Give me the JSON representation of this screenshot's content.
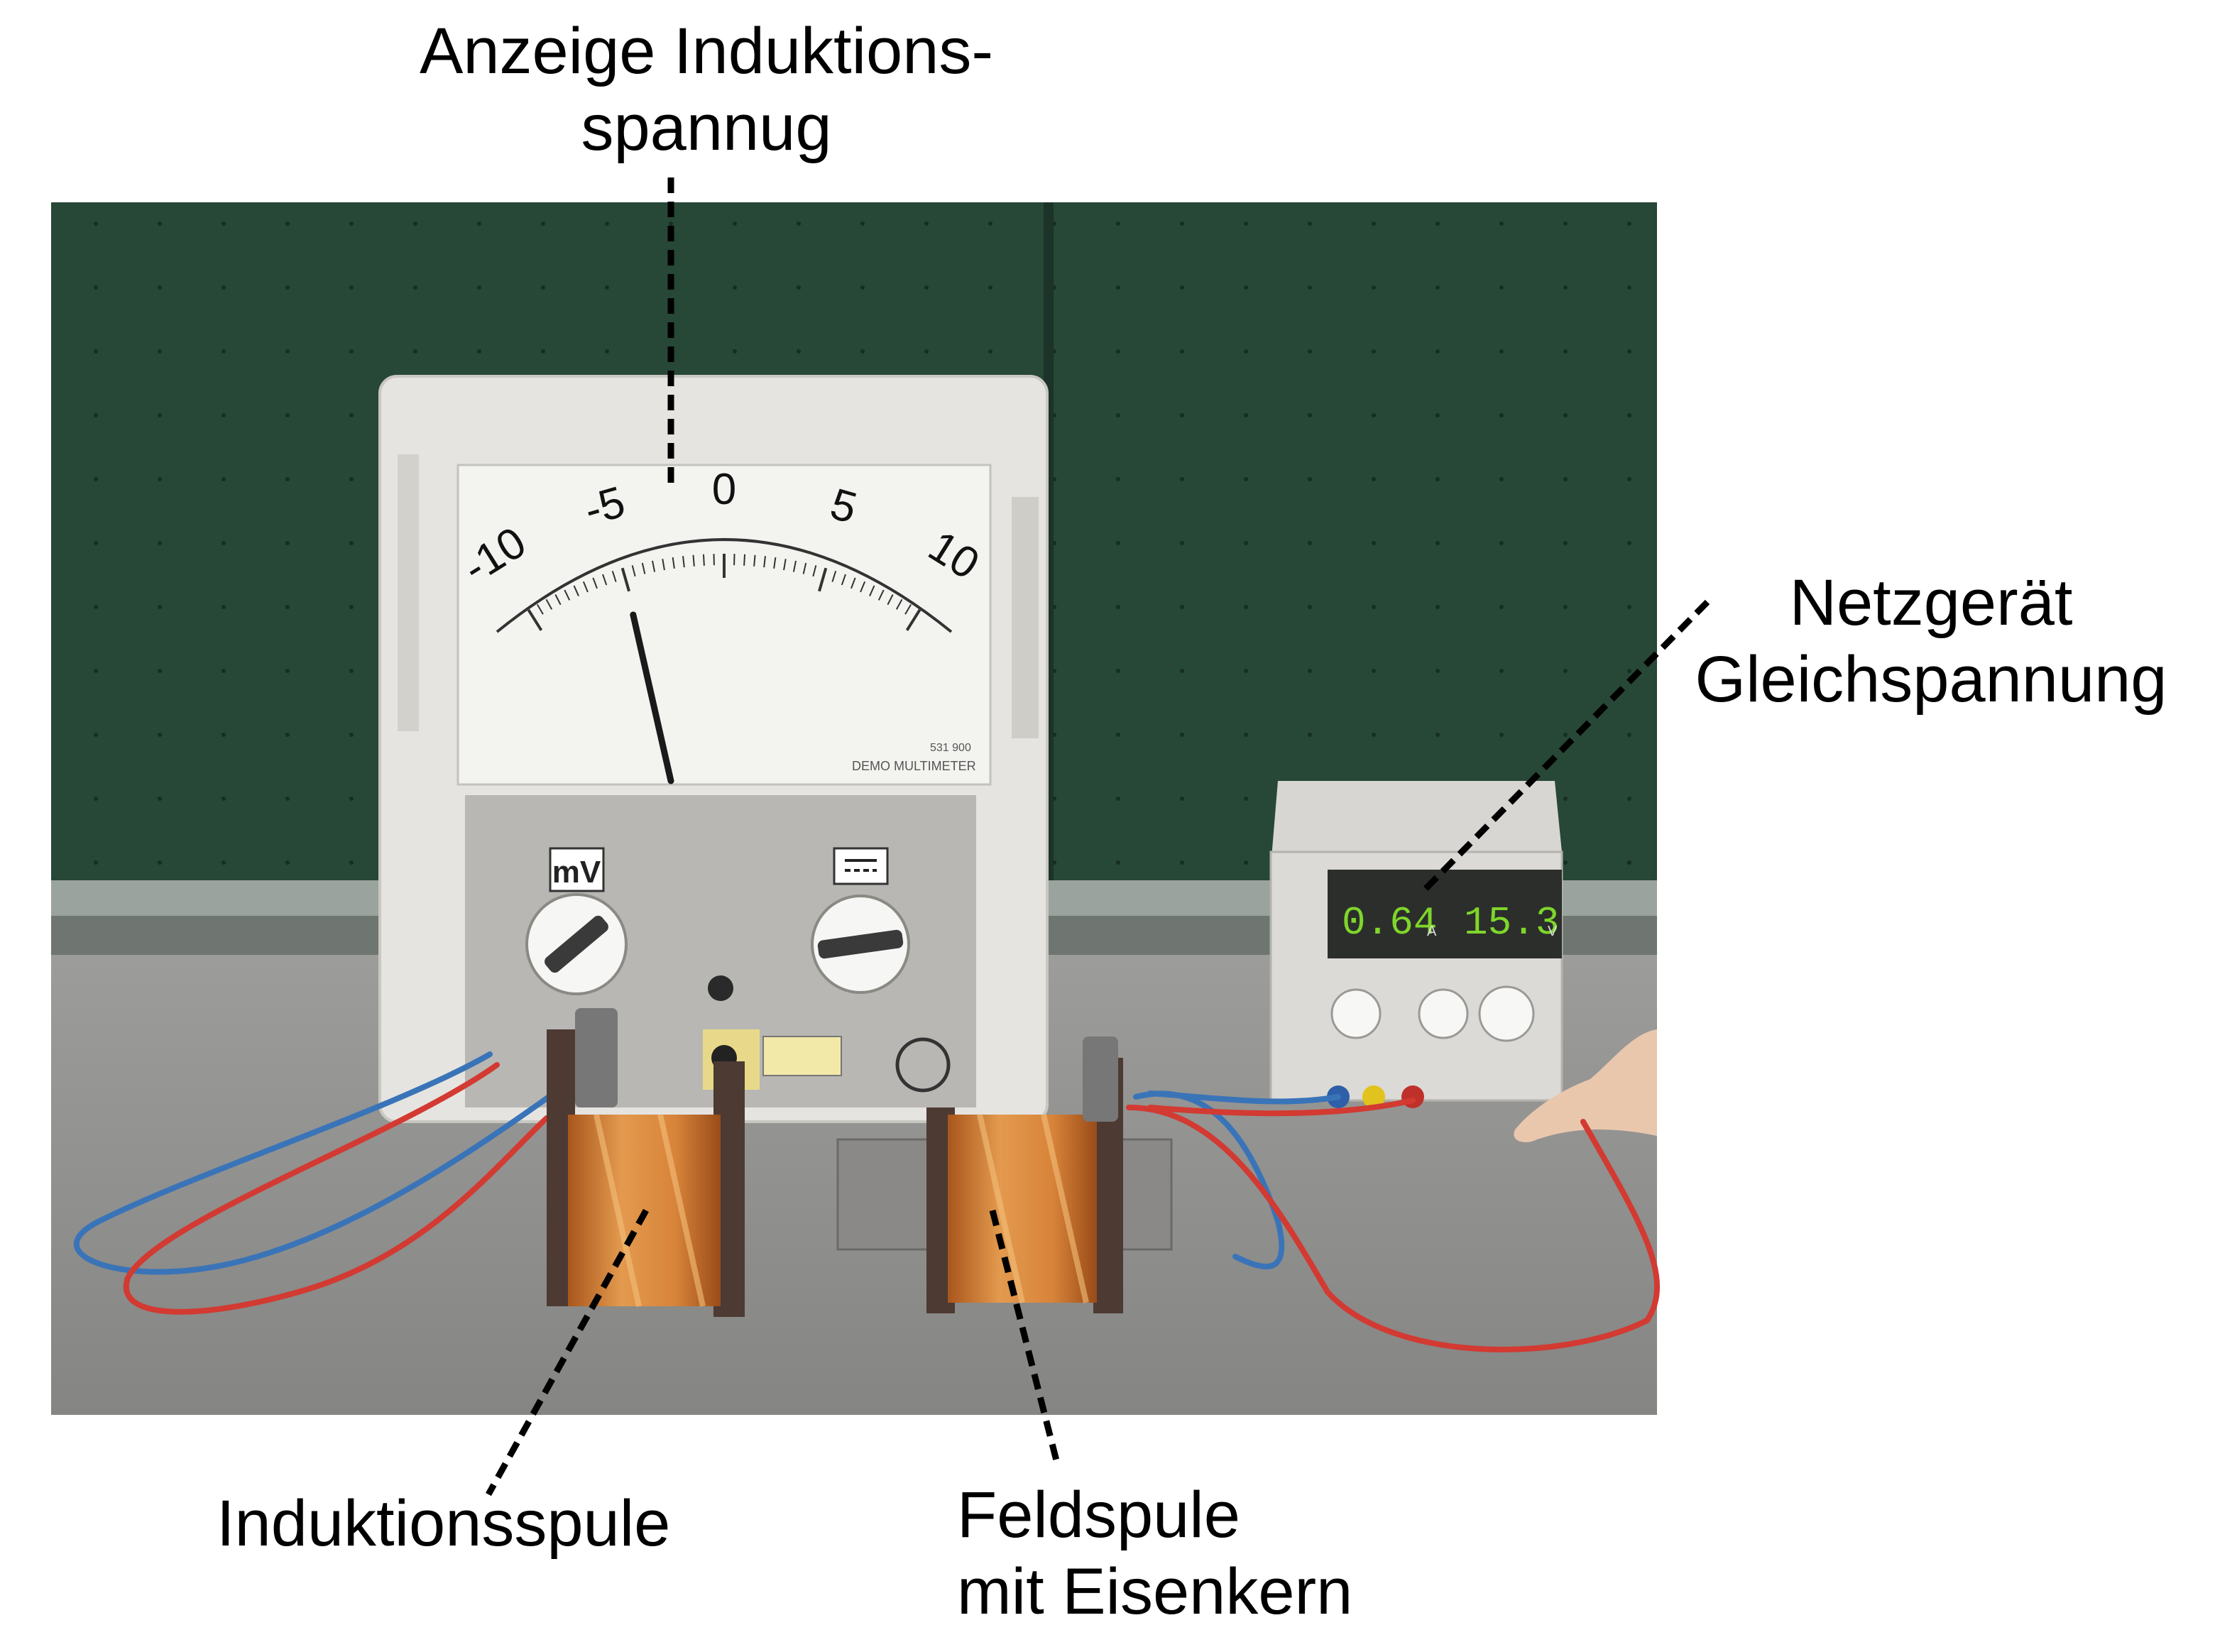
{
  "labels": {
    "meter_line1": "Anzeige Induktions-",
    "meter_line2": "spannug",
    "psu_line1": "Netzgerät",
    "psu_line2": "Gleichspannung",
    "induction_coil": "Induktionsspule",
    "field_coil_line1": "Feldspule",
    "field_coil_line2": "mit Eisenkern"
  },
  "meter": {
    "scale_labels": [
      "-10",
      "-5",
      "0",
      "5",
      "10"
    ],
    "unit": "mV",
    "needle_value": -4,
    "brand_text": "DEMO MULTIMETER",
    "model": "531 900"
  },
  "psu": {
    "current_display": "0.64",
    "current_unit": "A",
    "voltage_display": "15.3",
    "voltage_unit": "V"
  },
  "colors": {
    "chalkboard": "#264636",
    "table": "#8e8e8c",
    "meter_body": "#e8e6e2",
    "meter_panel": "#b9b8b4",
    "coil_copper": "#d8843a",
    "cable_red": "#d23a32",
    "cable_blue": "#3a74b8",
    "display_green": "#7fd62a"
  }
}
